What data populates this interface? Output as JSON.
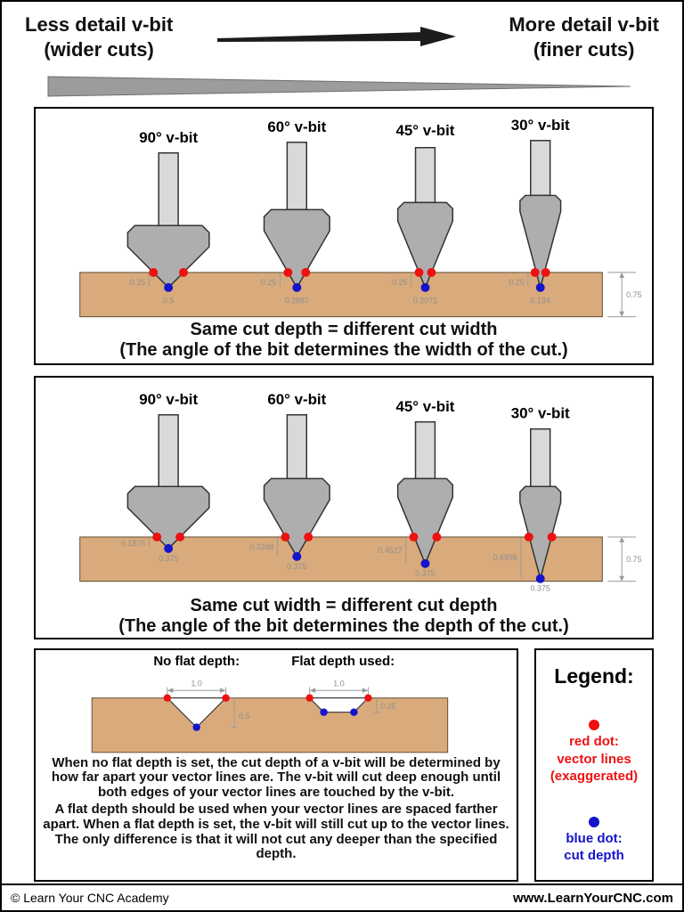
{
  "colors": {
    "board": "#d9ab7c",
    "bit": "#aeaeae",
    "shank": "#d9d9d9",
    "red": "#ee1111",
    "blue": "#1414cc"
  },
  "header": {
    "left_line1": "Less detail v-bit",
    "left_line2": "(wider cuts)",
    "right_line1": "More detail v-bit",
    "right_line2": "(finer cuts)"
  },
  "panel1": {
    "bits": [
      {
        "label": "90° v-bit",
        "depth": "0.25",
        "width": "0.5"
      },
      {
        "label": "60° v-bit",
        "depth": "0.25",
        "width": "0.2887"
      },
      {
        "label": "45° v-bit",
        "depth": "0.25",
        "width": "0.2071"
      },
      {
        "label": "30° v-bit",
        "depth": "0.25",
        "width": "0.134"
      }
    ],
    "board_thickness": "0.75",
    "caption_line1": "Same cut depth = different cut width",
    "caption_line2": "(The angle of the bit determines the width of the cut.)"
  },
  "panel2": {
    "bits": [
      {
        "label": "90° v-bit",
        "depth": "0.1875",
        "width": "0.375"
      },
      {
        "label": "60° v-bit",
        "depth": "0.3248",
        "width": "0.375"
      },
      {
        "label": "45° v-bit",
        "depth": "0.4527",
        "width": "0.375"
      },
      {
        "label": "30° v-bit",
        "depth": "0.6998",
        "width": "0.375"
      }
    ],
    "board_thickness": "0.75",
    "caption_line1": "Same cut width = different cut depth",
    "caption_line2": "(The angle of the bit determines the depth of the cut.)"
  },
  "panel3": {
    "left_title": "No flat depth:",
    "right_title": "Flat depth used:",
    "left_width": "1.0",
    "left_depth": "0.5",
    "right_width": "1.0",
    "right_depth": "0.25",
    "paragraph1": "When no flat depth is set, the cut depth of a v-bit will be determined by how far apart your vector lines are. The v-bit will cut deep enough until both edges of your vector lines are touched by the v-bit.",
    "paragraph2": "A flat depth should be used when your vector lines are spaced farther apart. When a flat depth is set, the v-bit will still cut up to the vector lines. The only difference is that it will not cut any deeper than the specified depth."
  },
  "legend": {
    "title": "Legend:",
    "red_line1": "red dot:",
    "red_line2": "vector lines",
    "red_line3": "(exaggerated)",
    "blue_line1": "blue dot:",
    "blue_line2": "cut depth"
  },
  "footer": {
    "left": "© Learn Your CNC Academy",
    "right": "www.LearnYourCNC.com"
  }
}
